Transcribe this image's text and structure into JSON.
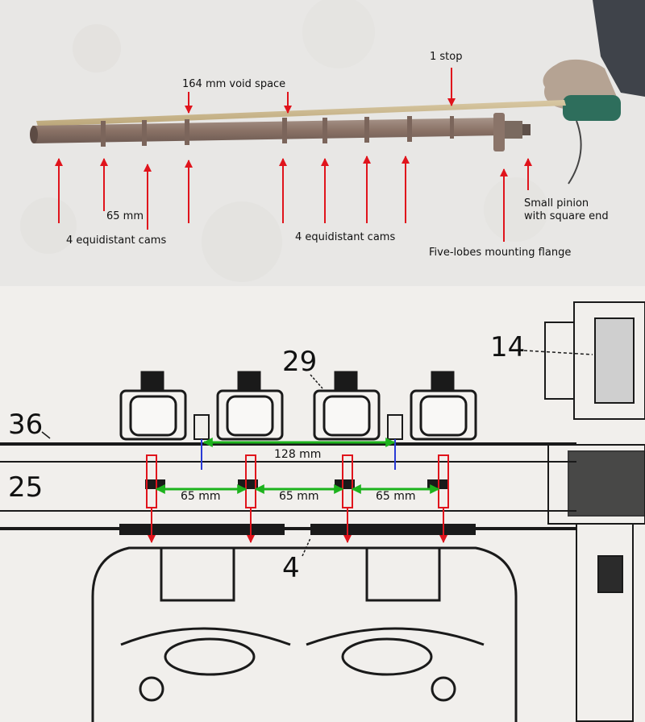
{
  "photo": {
    "labels": {
      "one_stop": "1 stop",
      "void_space": "164 mm void space",
      "cam_spacing": "65 mm",
      "cams_left": "4 equidistant cams",
      "cams_right": "4 equidistant cams",
      "flange": "Five-lobes mounting flange",
      "pinion_line1": "Small pinion",
      "pinion_line2": "with square end"
    }
  },
  "drawing": {
    "callouts": {
      "n14": "14",
      "n29": "29",
      "n36": "36",
      "n25": "25",
      "n4": "4"
    },
    "measurements": {
      "span_128": "128 mm",
      "spacing_1": "65 mm",
      "spacing_2": "65 mm",
      "spacing_3": "65 mm"
    }
  },
  "colors": {
    "arrow": "#e0141c",
    "dimension": "#1db31d",
    "plunger": "#2a3bd6",
    "ink": "#1a1a1a",
    "photo_ground": "#e9e8e6",
    "paper": "#f2f0ed"
  }
}
